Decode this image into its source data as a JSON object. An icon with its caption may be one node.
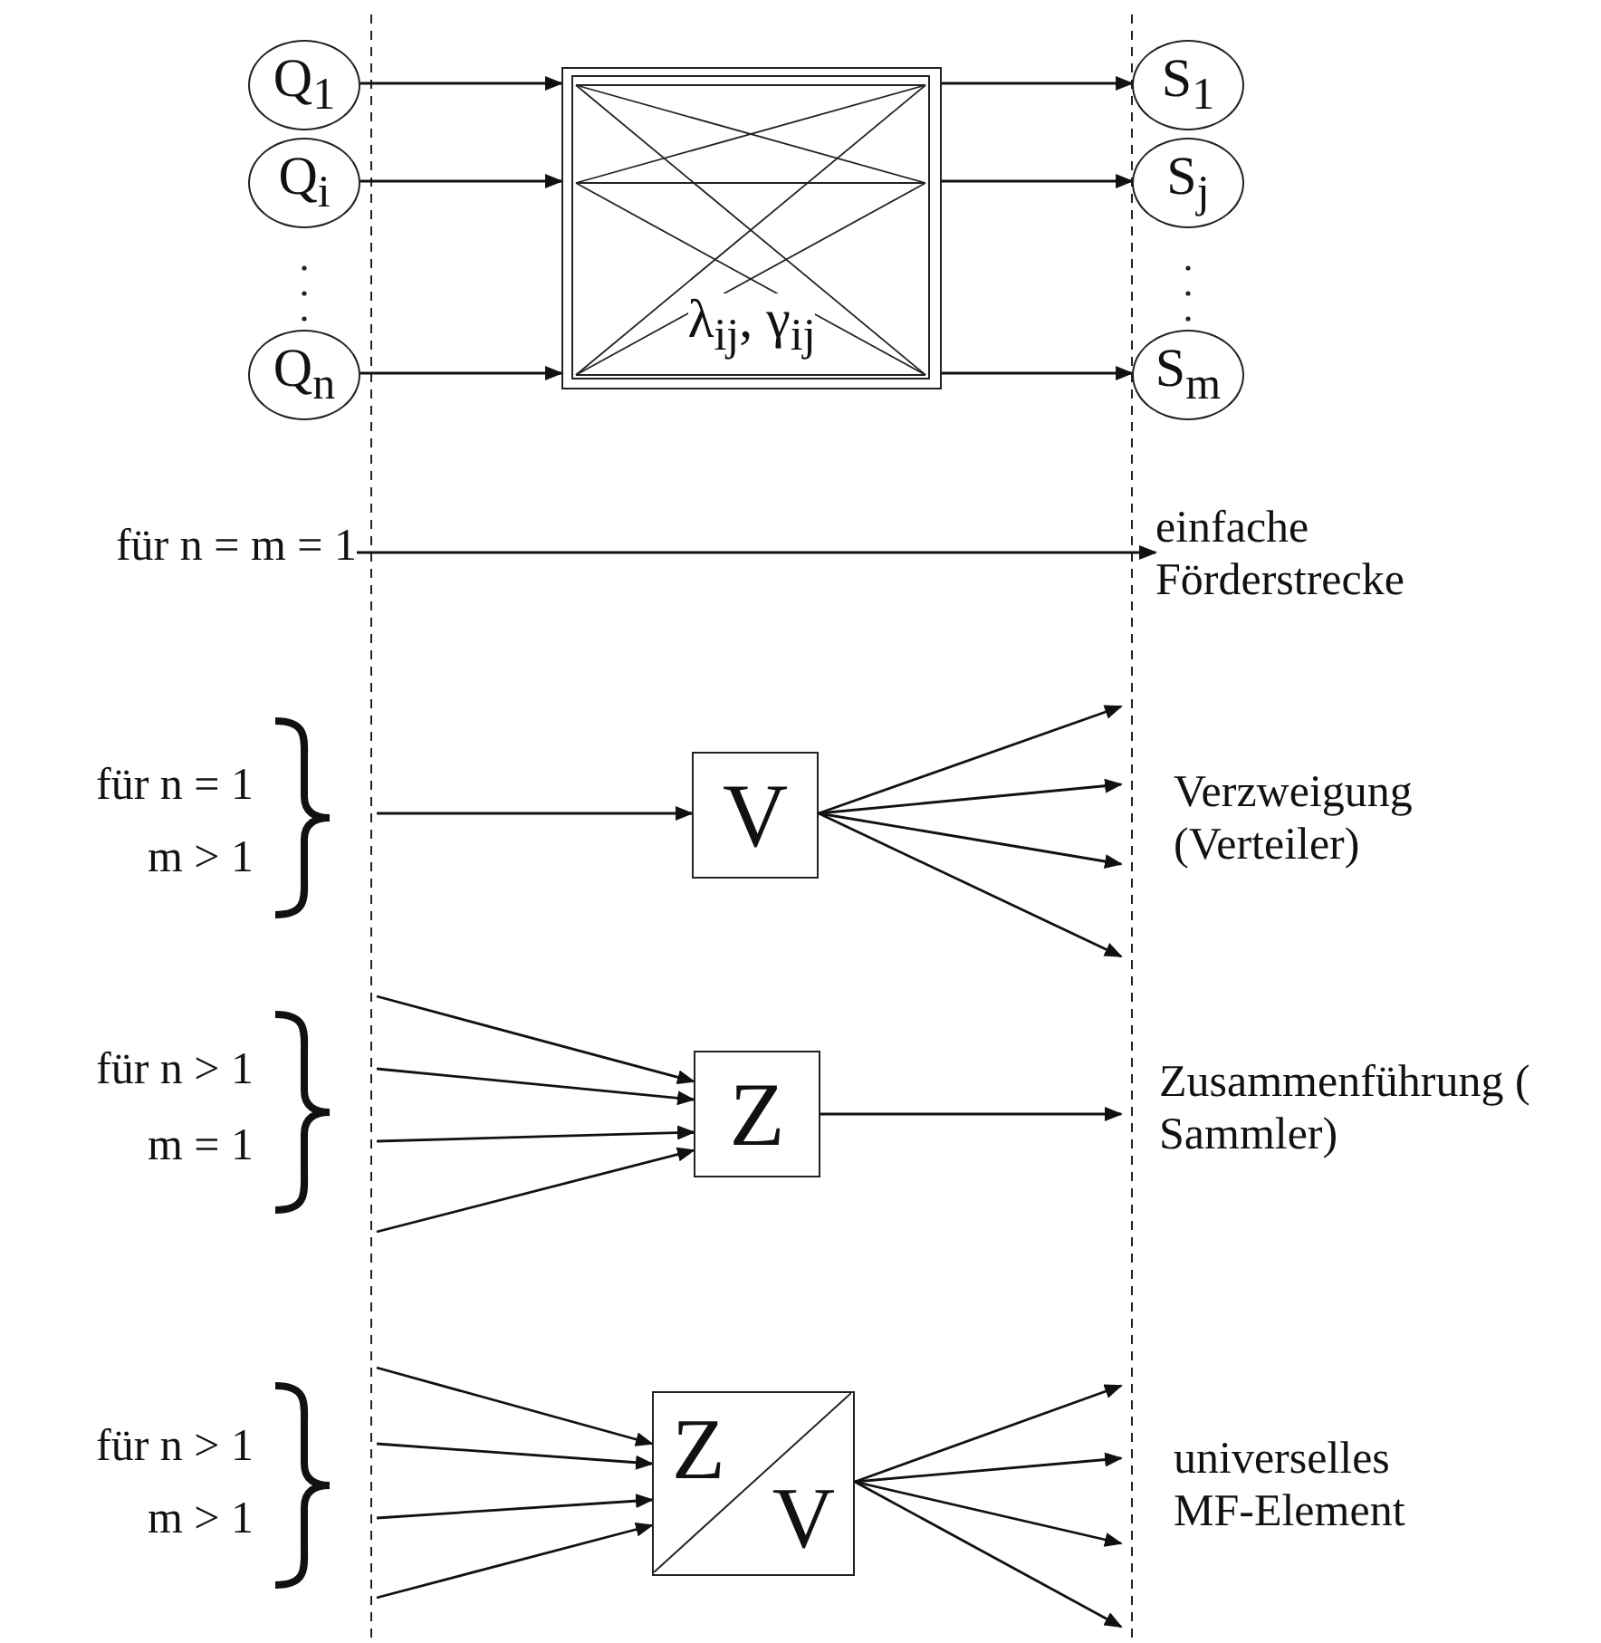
{
  "diagram": {
    "nodes": [
      {
        "text": [
          "Q$_{1}$"
        ]
      },
      {
        "text": [
          "Q$_{i}$"
        ]
      },
      {
        "text": [
          "Q$_{n}$"
        ]
      },
      {
        "text": [
          "λ$_{ij}$, γ$_{ij}$"
        ]
      },
      {
        "text": [
          "S$_{1}$"
        ]
      },
      {
        "text": [
          "S$_{j}$"
        ]
      },
      {
        "text": [
          "S$_{m}$"
        ]
      },
      {
        "text": [
          "V"
        ]
      },
      {
        "text": [
          "Z"
        ]
      },
      {
        "text": [
          "Z",
          "V"
        ]
      },
      {
        "text": [
          "für n = m = 1"
        ]
      },
      {
        "text": [
          "einfache Förderstrecke"
        ]
      }
    ],
    "edges": [
      {
        "from": 0,
        "to": 3,
        "arrow": "to"
      },
      {
        "from": 1,
        "to": 3,
        "arrow": "to"
      },
      {
        "from": 2,
        "to": 3,
        "arrow": "to"
      },
      {
        "from": 3,
        "to": 4,
        "arrow": "to"
      },
      {
        "from": 3,
        "to": 5,
        "arrow": "to"
      },
      {
        "from": 3,
        "to": 6,
        "arrow": "to"
      },
      {
        "from": 10,
        "to": 11,
        "arrow": "to"
      },
      {
        "from": null,
        "to": 7,
        "arrow": "to"
      },
      {
        "from": 7,
        "to": null,
        "arrow": "to"
      },
      {
        "from": 7,
        "to": null,
        "arrow": "to"
      },
      {
        "from": 7,
        "to": null,
        "arrow": "to"
      },
      {
        "from": 7,
        "to": null,
        "arrow": "to"
      },
      {
        "from": null,
        "to": 8,
        "arrow": "to"
      },
      {
        "from": null,
        "to": 8,
        "arrow": "to"
      },
      {
        "from": null,
        "to": 8,
        "arrow": "to"
      },
      {
        "from": null,
        "to": 8,
        "arrow": "to"
      },
      {
        "from": 8,
        "to": null,
        "arrow": "to"
      },
      {
        "from": null,
        "to": 9,
        "arrow": "to"
      },
      {
        "from": null,
        "to": 9,
        "arrow": "to"
      },
      {
        "from": null,
        "to": 9,
        "arrow": "to"
      },
      {
        "from": null,
        "to": 9,
        "arrow": "to"
      },
      {
        "from": 9,
        "to": null,
        "arrow": "to"
      },
      {
        "from": 9,
        "to": null,
        "arrow": "to"
      },
      {
        "from": 9,
        "to": null,
        "arrow": "to"
      },
      {
        "from": 9,
        "to": null,
        "arrow": "to"
      }
    ],
    "labels": [
      "für n = 1",
      "m > 1",
      "Verzweigung (Verteiler)",
      "für n > 1",
      "m = 1",
      "Zusammenführung ( Sammler)",
      "für n > 1",
      "m > 1",
      "universelles MF-Element"
    ]
  }
}
